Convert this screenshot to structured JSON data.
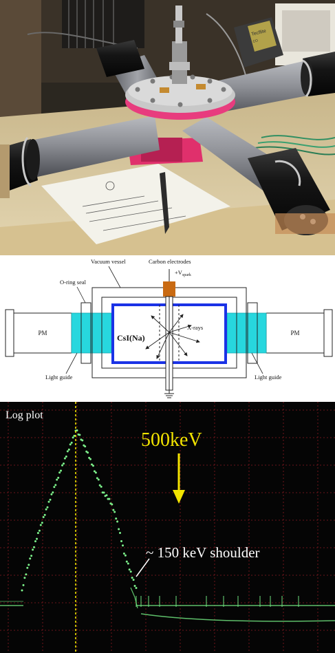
{
  "photo": {
    "description_icon": "apparatus-photo",
    "bench_color": "#d9c7a0",
    "tube_color": "#8e9096",
    "pm_color": "#151515",
    "flange_color": "#c8c8c8",
    "ring_color": "#e83c7e",
    "stand_color": "#e0306c",
    "box_label": "Tecflite",
    "box_label_small": "CO"
  },
  "schematic": {
    "labels": {
      "vacuum_vessel": "Vacuum vessel",
      "carbon_electrodes": "Carbon electrodes",
      "vspark_plus": "+V",
      "vspark_sub": "spark",
      "oring_seal": "O-ring seal",
      "pm_left": "PM",
      "pm_right": "PM",
      "crystal": "CsI(Na)",
      "xrays": "X-rays",
      "light_guide_left": "Light guide",
      "light_guide_right": "Light guide"
    },
    "colors": {
      "crystal_border": "#1a32e6",
      "light_guide": "#27d7de",
      "electrode": "#c96a12",
      "line": "#222222"
    }
  },
  "scope": {
    "label_log": "Log plot",
    "label_energy": "500keV",
    "label_shoulder": "~ 150 keV shoulder",
    "colors": {
      "background": "#050505",
      "grid": "#b0202a",
      "trace": "#7cf08a",
      "marker": "#f2e400",
      "text": "#ffffff"
    }
  }
}
